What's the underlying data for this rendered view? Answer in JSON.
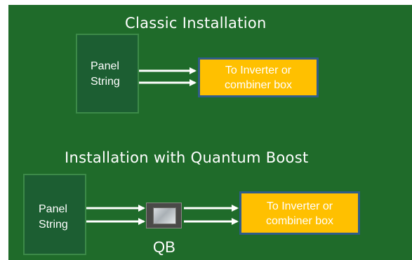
{
  "colors": {
    "background": "#1f6b2a",
    "panel_fill": "#1c5e32",
    "target_fill": "#ffc000",
    "target_border": "#2f5d8a",
    "arrow": "#ffffff"
  },
  "sections": {
    "classic": {
      "title": "Classic Installation",
      "panel": {
        "line1": "Panel",
        "line2": "String"
      },
      "target": {
        "line1": "To Inverter or",
        "line2": "combiner box"
      }
    },
    "quantum": {
      "title": "Installation with Quantum Boost",
      "panel": {
        "line1": "Panel",
        "line2": "String"
      },
      "device_label": "QB",
      "target": {
        "line1": "To Inverter or",
        "line2": "combiner box"
      }
    }
  }
}
